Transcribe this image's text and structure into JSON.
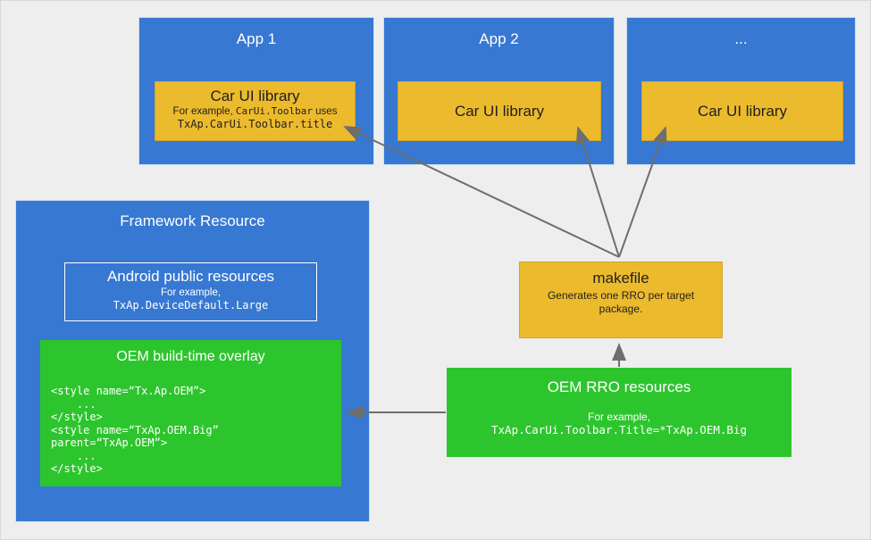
{
  "colors": {
    "background": "#eeeeee",
    "blue": "#3778d2",
    "yellow": "#ecba2d",
    "green": "#2dc52d",
    "arrow_gray": "#6e6e6e",
    "text_on_blue": "#ffffff",
    "text_on_yellow": "#1f1f1f",
    "text_on_green": "#ffffff"
  },
  "apps": [
    {
      "title": "App 1",
      "library": {
        "title": "Car UI library",
        "example_prefix": "For example, ",
        "example_code_inline": "CarUi.Toolbar",
        "example_suffix": " uses",
        "example_code": "TxAp.CarUi.Toolbar.title"
      }
    },
    {
      "title": "App 2",
      "library": {
        "title": "Car UI library"
      }
    },
    {
      "title": "...",
      "library": {
        "title": "Car UI library"
      }
    }
  ],
  "framework": {
    "title": "Framework Resource",
    "android_public_resources": {
      "title": "Android public resources",
      "example_label": "For example,",
      "example_code": "TxAp.DeviceDefault.Large"
    },
    "oem_overlay": {
      "title": "OEM build-time overlay",
      "code_lines": [
        "<style name=“Tx.Ap.OEM”>",
        "    ...",
        "</style>",
        "<style name=“TxAp.OEM.Big”",
        "parent=“TxAp.OEM”>",
        "    ...",
        "</style>"
      ]
    }
  },
  "makefile": {
    "title": "makefile",
    "description": "Generates one RRO per target package."
  },
  "oem_rro": {
    "title": "OEM RRO resources",
    "example_label": "For example,",
    "example_code": "TxAp.CarUi.Toolbar.Title=*TxAp.OEM.Big"
  }
}
